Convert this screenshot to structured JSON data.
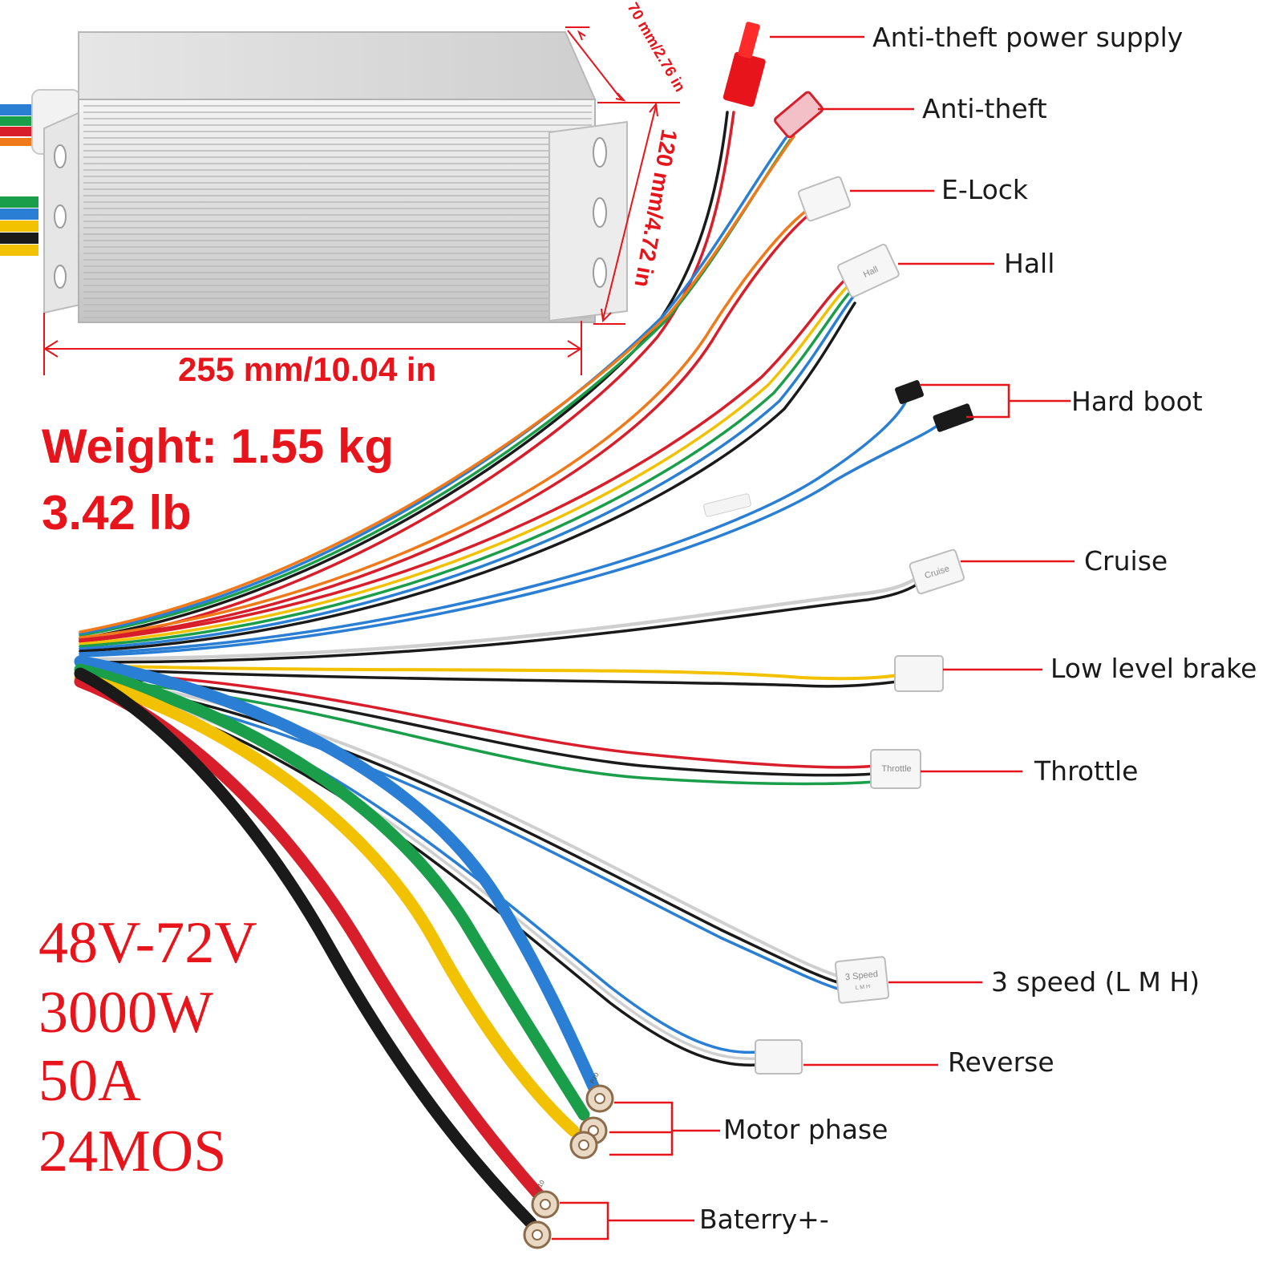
{
  "colors": {
    "accent": "#e8141b",
    "wire_red": "#d81e2a",
    "wire_black": "#1a1a1a",
    "wire_yellow": "#f2c200",
    "wire_green": "#1a9e4a",
    "wire_blue": "#2a7fd4",
    "wire_orange": "#f07a1a",
    "wire_white": "#e8e8e8",
    "wire_teal": "#1f9a8a",
    "housing": "#d9d9d9"
  },
  "dimensions": {
    "depth": "70 mm/2.76 in",
    "height": "120 mm/4.72 in",
    "length": "255 mm/10.04 in"
  },
  "weight": {
    "kg": "Weight: 1.55 kg",
    "lb": "3.42 lb"
  },
  "specs": [
    "48V-72V",
    "3000W",
    "50A",
    "24MOS"
  ],
  "connector_tags": {
    "hall": "Hall",
    "cruise": "Cruise",
    "throttle": "Throttle",
    "speed": "3 Speed",
    "speed_sub": "L M H",
    "phase": "P10",
    "battery": "P10"
  },
  "labels": {
    "anti_theft_power": "Anti-theft power  supply",
    "anti_theft": "Anti-theft",
    "e_lock": "E-Lock",
    "hall": "Hall",
    "hard_boot": "Hard boot",
    "cruise": "Cruise",
    "low_brake": "Low level brake",
    "throttle": "Throttle",
    "three_speed": "3 speed (L M H)",
    "reverse": "Reverse",
    "motor_phase": "Motor phase",
    "battery": "Baterry+-"
  }
}
